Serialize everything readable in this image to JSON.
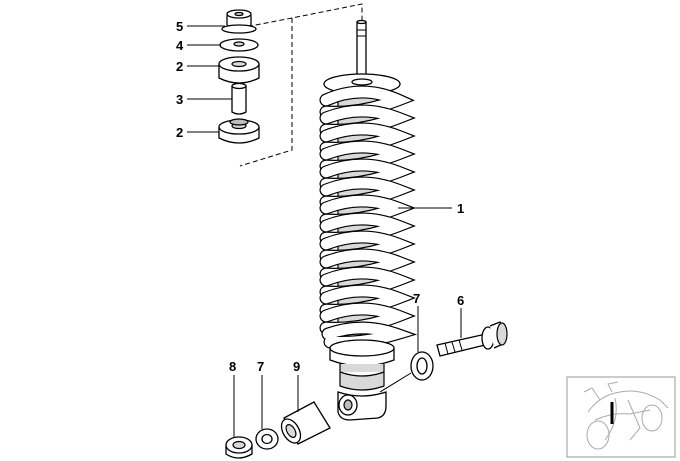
{
  "diagram": {
    "callouts": [
      {
        "id": "c5-top",
        "label": "5"
      },
      {
        "id": "c4",
        "label": "4"
      },
      {
        "id": "c2-upper",
        "label": "2"
      },
      {
        "id": "c3",
        "label": "3"
      },
      {
        "id": "c2-lower",
        "label": "2"
      },
      {
        "id": "c1",
        "label": "1"
      },
      {
        "id": "c7-right",
        "label": "7"
      },
      {
        "id": "c6",
        "label": "6"
      },
      {
        "id": "c8",
        "label": "8"
      },
      {
        "id": "c7-left",
        "label": "7"
      },
      {
        "id": "c9",
        "label": "9"
      }
    ],
    "parts": {
      "shock_absorber": {
        "icon": "shock-absorber-icon"
      },
      "thumbnail": {
        "icon": "motorcycle-thumbnail-icon"
      }
    }
  }
}
